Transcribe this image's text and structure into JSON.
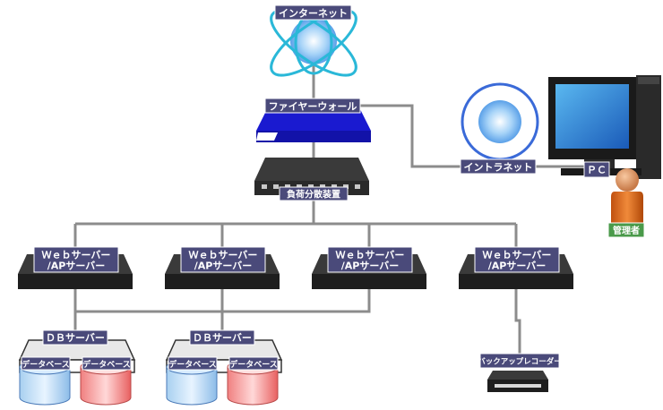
{
  "nodes": {
    "internet": "インターネット",
    "firewall": "ファイヤーウォール",
    "load_balancer": "負荷分散装置",
    "intranet": "イントラネット",
    "pc": "ＰＣ",
    "admin": "管理者",
    "web_servers": [
      {
        "line1": "Ｗｅｂサーバー",
        "line2": "/APサーバー"
      },
      {
        "line1": "Ｗｅｂサーバー",
        "line2": "/APサーバー"
      },
      {
        "line1": "Ｗｅｂサーバー",
        "line2": "/APサーバー"
      },
      {
        "line1": "Ｗｅｂサーバー",
        "line2": "/APサーバー"
      }
    ],
    "db_servers": [
      {
        "label": "ＤＢサーバー",
        "db1": "データベース",
        "db2": "データベース"
      },
      {
        "label": "ＤＢサーバー",
        "db1": "データベース",
        "db2": "データベース"
      }
    ],
    "backup": "バックアップレコーダー"
  },
  "colors": {
    "label_bg": "#4a4a7a",
    "admin_label_bg": "#4a9a4a",
    "firewall": "#1a1ad0",
    "line": "#8c8c8c",
    "cloud_ring": "#2ab8d8",
    "intranet_ring": "#3a6ad8"
  }
}
